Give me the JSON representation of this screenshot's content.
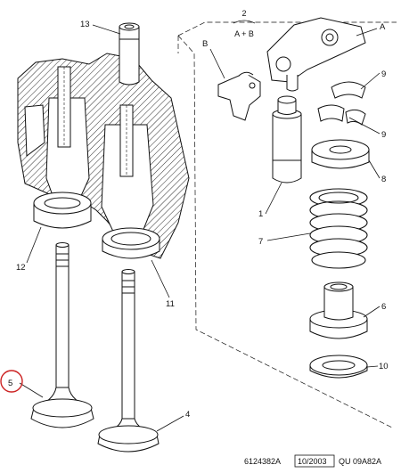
{
  "diagram": {
    "callouts": {
      "c1": "1",
      "c2": "2",
      "c4": "4",
      "c5": "5",
      "c6": "6",
      "c7": "7",
      "c8": "8",
      "c9a": "9",
      "c9b": "9",
      "c10": "10",
      "c11": "11",
      "c12": "12",
      "c13": "13",
      "cA": "A",
      "cB": "B"
    },
    "header_top": "2",
    "header_bottom": "A + B",
    "footer": {
      "ref": "6124382A",
      "date": "10/2003",
      "code": "QU 09A82A"
    },
    "highlight_color": "#cc2222",
    "line_color": "#111111"
  }
}
